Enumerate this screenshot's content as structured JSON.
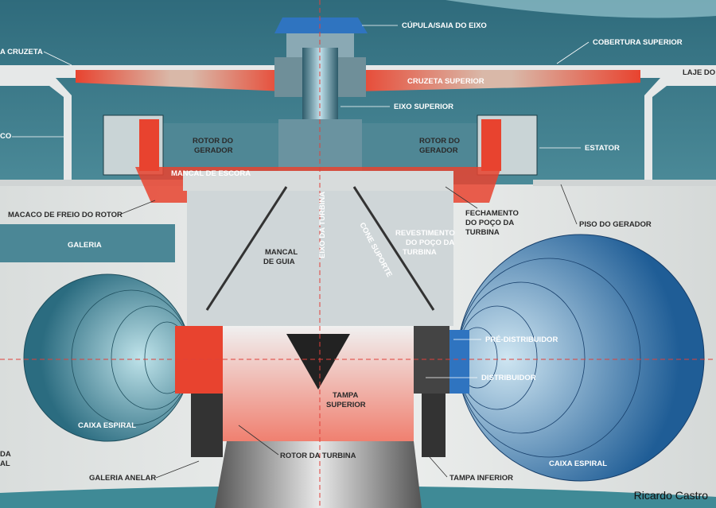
{
  "diagram": {
    "labels": {
      "cupula": "CÚPULA/SAIA DO EIXO",
      "cobertura": "COBERTURA SUPERIOR",
      "cruzeta_left": "A CRUZETA",
      "laje": "LAJE DO",
      "cruzeta_superior": "CRUZETA SUPERIOR",
      "eixo_superior": "EIXO SUPERIOR",
      "rotor_gerador_1": [
        "ROTOR DO",
        "GERADOR"
      ],
      "rotor_gerador_2": [
        "ROTOR DO",
        "GERADOR"
      ],
      "estator": "ESTATOR",
      "left_co": "CO",
      "mancal_escora": "MANCAL DE ESCORA",
      "macaco": "MACACO DE FREIO DO ROTOR",
      "fechamento": [
        "FECHAMENTO",
        "DO POÇO DA",
        "TURBINA"
      ],
      "piso": "PISO DO GERADOR",
      "galeria": "GALERIA",
      "eixo_turbina": "EIXO DA TURBINA",
      "cone_suporte": "CONE SUPORTE",
      "revestimento": [
        "REVESTIMENTO",
        "DO POÇO DA",
        "TURBINA"
      ],
      "mancal_guia": [
        "MANCAL",
        "DE GUIA"
      ],
      "pre_distribuidor": "PRÉ-DISTRIBUIDOR",
      "distribuidor": "DISTRIBUIDOR",
      "tampa_superior": [
        "TAMPA",
        "SUPERIOR"
      ],
      "caixa_espiral_left": "CAIXA ESPIRAL",
      "caixa_espiral_right": "CAIXA ESPIRAL",
      "rotor_turbina": "ROTOR DA TURBINA",
      "galeria_anelar": "GALERIA ANELAR",
      "tampa_inferior": "TAMPA INFERIOR",
      "left_cut": [
        "DA",
        "AL"
      ]
    },
    "credit": "Ricardo Castro",
    "colors": {
      "teal": "#3f7f8e",
      "concrete": "#e4e7e6",
      "red": "#e8432f",
      "blue": "#2f6fa8"
    }
  }
}
